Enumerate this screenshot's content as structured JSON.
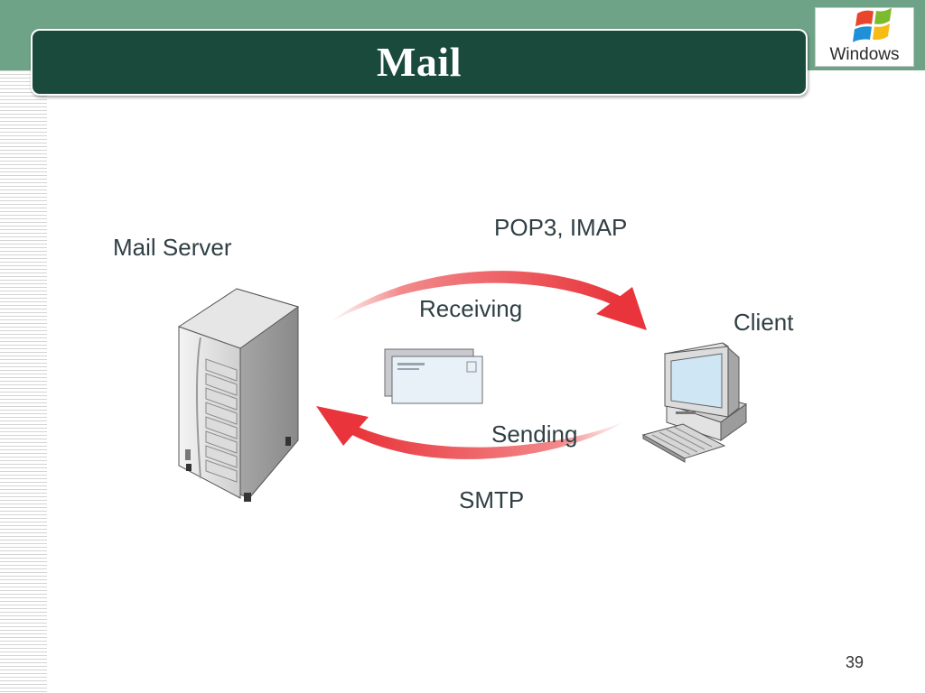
{
  "slide": {
    "title": "Mail",
    "page_number": "39"
  },
  "logo": {
    "text": "Windows",
    "icon": "windows-flag-icon"
  },
  "diagram": {
    "server_label": "Mail Server",
    "client_label": "Client",
    "receiving_label": "Receiving",
    "receiving_protocol": "POP3, IMAP",
    "sending_label": "Sending",
    "sending_protocol": "SMTP",
    "server_icon": "server-tower-icon",
    "client_icon": "desktop-computer-icon",
    "mail_icon": "envelope-icon",
    "arrow_color": "#e8343a"
  },
  "colors": {
    "header_band": "#6fa387",
    "title_bar": "#1a4a3c",
    "label_text": "#2f3f44"
  }
}
